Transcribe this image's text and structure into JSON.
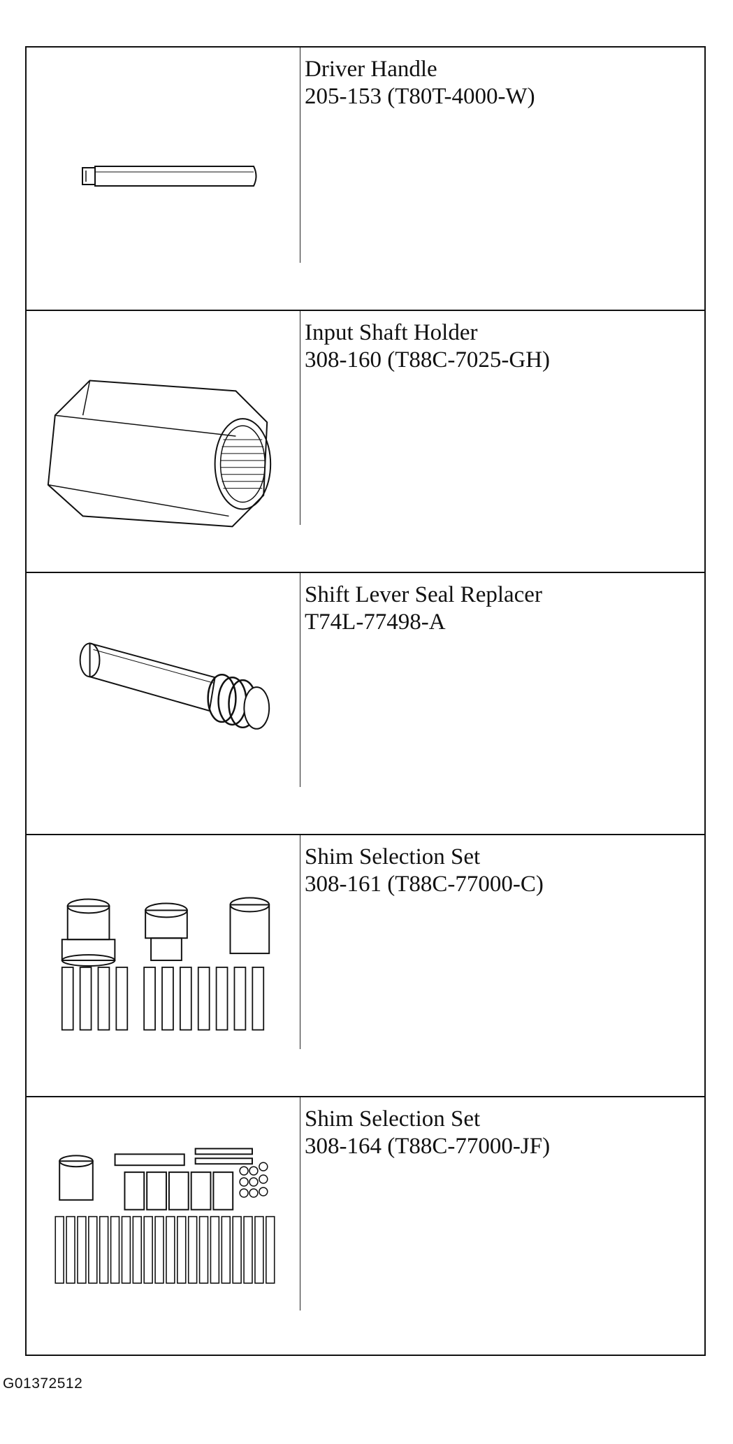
{
  "tools": [
    {
      "name": "Driver Handle",
      "part_number": "205-153 (T80T-4000-W)",
      "icon": "driver-handle-icon"
    },
    {
      "name": "Input Shaft Holder",
      "part_number": "308-160 (T88C-7025-GH)",
      "icon": "input-shaft-holder-icon"
    },
    {
      "name": "Shift Lever Seal Replacer",
      "part_number": "T74L-77498-A",
      "icon": "seal-replacer-icon"
    },
    {
      "name": "Shim Selection Set",
      "part_number": "308-161 (T88C-77000-C)",
      "icon": "shim-set-icon"
    },
    {
      "name": "Shim Selection Set",
      "part_number": "308-164 (T88C-77000-JF)",
      "icon": "shim-set-large-icon"
    }
  ],
  "figure_id": "G01372512",
  "colors": {
    "line": "#111111",
    "background": "#ffffff"
  }
}
